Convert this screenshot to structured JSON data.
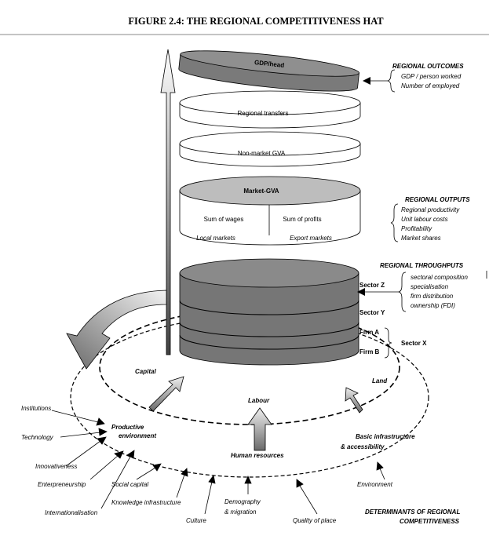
{
  "figure_title": "FIGURE 2.4: THE REGIONAL COMPETITIVENESS HAT",
  "hat_layers": {
    "gdp_head": "GDP/head",
    "regional_transfers": "Regional transfers",
    "non_market_gva": "Non-market GVA",
    "market_gva": "Market-GVA",
    "sum_of_wages": "Sum of wages",
    "sum_of_profits": "Sum of profits",
    "local_markets": "Local markets",
    "export_markets": "Export markets"
  },
  "regional_outcomes": {
    "title": "REGIONAL OUTCOMES",
    "items": [
      "GDP / person worked",
      "Number of employed"
    ]
  },
  "regional_outputs": {
    "title": "REGIONAL OUTPUTS",
    "items": [
      "Regional productivity",
      "Unit labour costs",
      "Profitability",
      "Market shares"
    ]
  },
  "regional_throughputs": {
    "title": "REGIONAL THROUGHPUTS",
    "items": [
      "sectoral composition",
      "specialisation",
      "firm distribution",
      "ownership (FDI)"
    ]
  },
  "sectors": {
    "sector_z": "Sector Z",
    "sector_y": "Sector Y",
    "firm_a": "Firm A",
    "firm_b": "Firm B",
    "sector_x": "Sector X"
  },
  "inner_ring": {
    "capital": "Capital",
    "labour": "Labour",
    "land": "Land"
  },
  "outer_ring": {
    "productive_environment": [
      "Productive",
      "environment"
    ],
    "human_resources": "Human resources",
    "basic_infrastructure": [
      "Basic infrastructure",
      "& accessibility"
    ]
  },
  "determinants": {
    "institutions": "Institutions",
    "technology": "Technology",
    "innovativeness": "Innovativeness",
    "entrepreneurship": "Enterpreneurship",
    "internationalisation": "Internationalisation",
    "social_capital": "Social capital",
    "knowledge_infrastructure": "Knowledge infrastructure",
    "culture": "Culture",
    "demography_migration": [
      "Demography",
      "& migration"
    ],
    "quality_of_place": "Quality of place",
    "environment": "Environment"
  },
  "determinants_title": [
    "DETERMINANTS OF REGIONAL",
    "COMPETITIVENESS"
  ]
}
